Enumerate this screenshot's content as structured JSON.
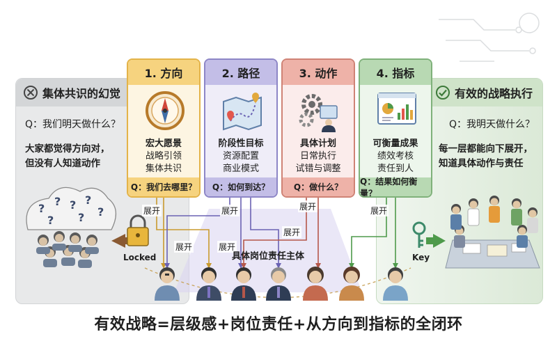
{
  "left_panel": {
    "title": "集体共识的幻觉",
    "question": "Q：我们明天做什么？",
    "desc_line1": "大家都觉得方向对，",
    "desc_line2": "但没有人知道动作"
  },
  "right_panel": {
    "title": "有效的战略执行",
    "question": "Q：我明天做什么？",
    "desc_line1": "每一层都能向下展开，",
    "desc_line2": "知道具体动作与责任"
  },
  "columns": [
    {
      "header": "1. 方向",
      "title": "宏大愿景",
      "line1": "战略引领",
      "line2": "集体共识",
      "question": "Q：我们去哪里？",
      "icon": "compass-icon",
      "color": "#e3b349"
    },
    {
      "header": "2. 路径",
      "title": "阶段性目标",
      "line1": "资源配置",
      "line2": "商业模式",
      "question": "Q：如何到达？",
      "icon": "map-route-icon",
      "color": "#8d86c6"
    },
    {
      "header": "3. 动作",
      "title": "具体计划",
      "line1": "日常执行",
      "line2": "试错与调整",
      "question": "Q：做什么？",
      "icon": "gears-worker-icon",
      "color": "#cf8275"
    },
    {
      "header": "4. 指标",
      "title": "可衡量成果",
      "line1": "绩效考核",
      "line2": "责任到人",
      "question": "Q：结果如何衡量？",
      "icon": "dashboard-icon",
      "color": "#7fb17a"
    }
  ],
  "expand_label": "展开",
  "subject_label": "具体岗位责任主体",
  "lock_label": "Locked",
  "key_label": "Key",
  "question_marks": "?",
  "footer": "有效战略=层级感+岗位责任+从方向到指标的全闭环"
}
